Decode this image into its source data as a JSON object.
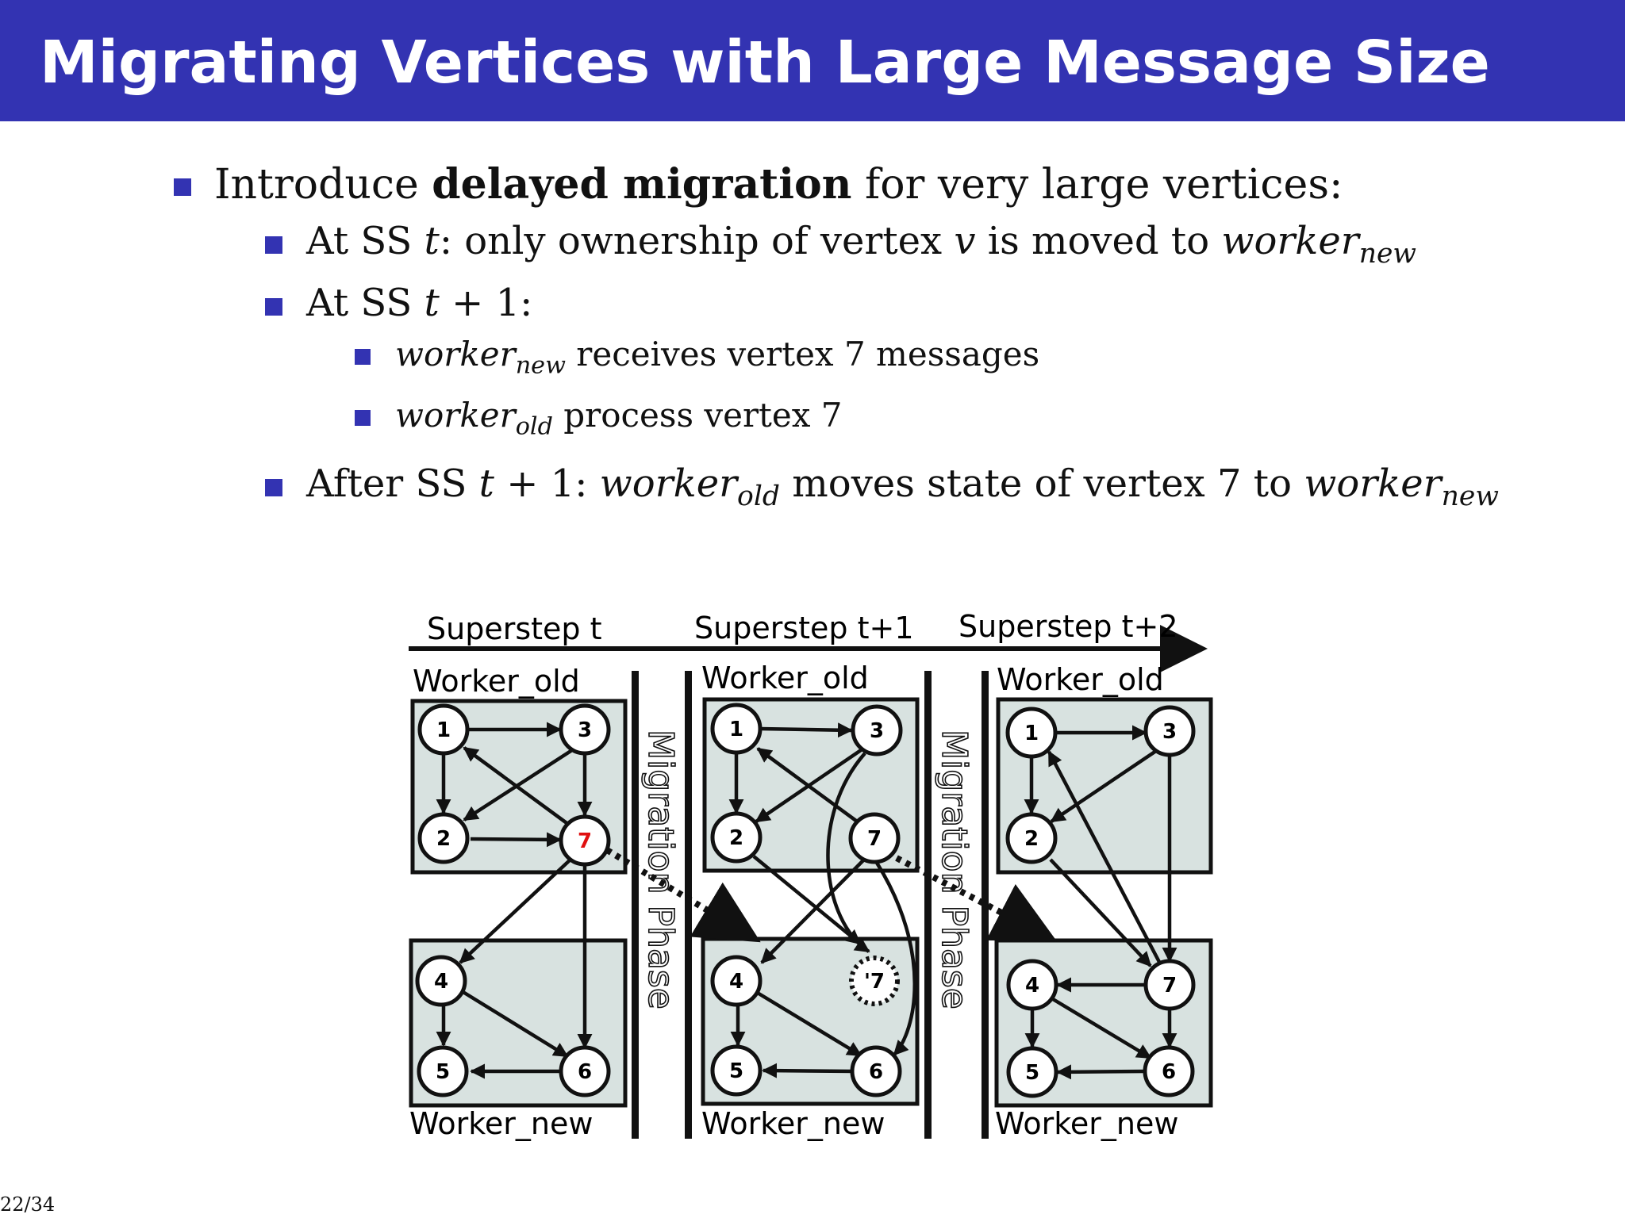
{
  "slide": {
    "title": "Migrating Vertices with Large Message Size",
    "page_number": "22/34"
  },
  "bullets": {
    "b1": {
      "pre": "Introduce ",
      "bold": "delayed migration",
      "post": " for very large vertices:"
    },
    "b2": {
      "t1": "At SS ",
      "t2": "t",
      "t3": ": only ownership of vertex ",
      "t4": "v",
      "t5": " is moved to ",
      "t6": "worker",
      "t7": "new"
    },
    "b3": {
      "t1": "At SS ",
      "t2": "t",
      "t3": " + 1:"
    },
    "b4": {
      "t1": "worker",
      "t2": "new",
      "t3": " receives vertex 7 messages"
    },
    "b5": {
      "t1": "worker",
      "t2": "old",
      "t3": " process vertex 7"
    },
    "b6": {
      "t1": "After SS ",
      "t2": "t",
      "t3": " + 1: ",
      "t4": "worker",
      "t5": "old",
      "t6": " moves state of vertex 7 to ",
      "t7": "worker",
      "t8": "new"
    }
  },
  "diagram": {
    "superstep_labels": [
      "Superstep t",
      "Superstep t+1",
      "Superstep t+2"
    ],
    "worker_old_label": "Worker_old",
    "worker_new_label": "Worker_new",
    "phase_label": "Migration Phase",
    "node_labels": {
      "n1": "1",
      "n2": "2",
      "n3": "3",
      "n4": "4",
      "n5": "5",
      "n6": "6",
      "n7": "7",
      "n7ghost": "'7"
    },
    "colors": {
      "box_fill": "#d8e2e0",
      "highlight_vertex": "#e01010",
      "accent": "#3333b2"
    }
  }
}
